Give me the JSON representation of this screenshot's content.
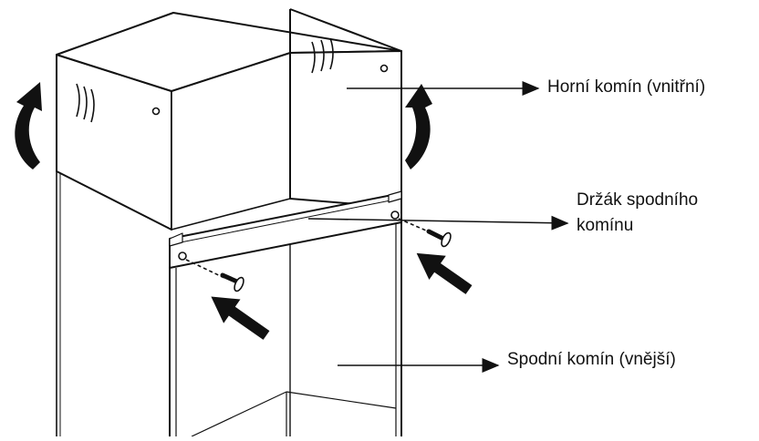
{
  "labels": {
    "upper_chimney": "Horní komín (vnitřní)",
    "bracket_line1": "Držák spodního",
    "bracket_line2": "komínu",
    "lower_chimney": "Spodní komín (vnější)"
  },
  "colors": {
    "line": "#111111",
    "background": "#ffffff"
  }
}
